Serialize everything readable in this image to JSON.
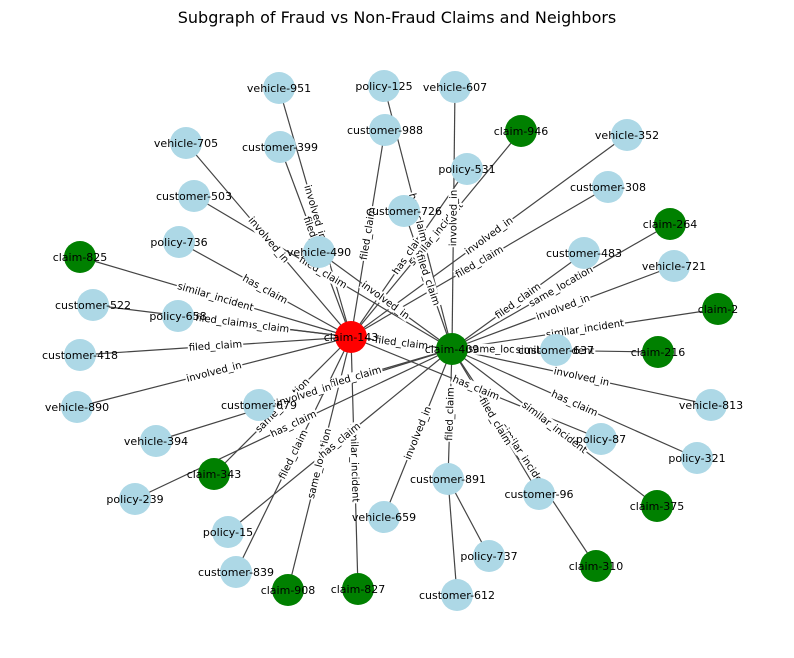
{
  "title": "Subgraph of Fraud vs Non-Fraud Claims and Neighbors",
  "colors": {
    "fraud": "#ff0000",
    "nonfraud": "#008000",
    "neighbor": "#add8e6",
    "edge": "#444444"
  },
  "legend": {
    "fraud_node": "claim-143",
    "nonfraud_node": "claim-409"
  },
  "nodes": [
    {
      "id": "claim-143",
      "type": "fraud"
    },
    {
      "id": "claim-409",
      "type": "nonfraud"
    },
    {
      "id": "vehicle-951",
      "type": "neighbor"
    },
    {
      "id": "policy-125",
      "type": "neighbor"
    },
    {
      "id": "vehicle-607",
      "type": "neighbor"
    },
    {
      "id": "customer-988",
      "type": "neighbor"
    },
    {
      "id": "claim-946",
      "type": "nonfraud"
    },
    {
      "id": "vehicle-705",
      "type": "neighbor"
    },
    {
      "id": "customer-399",
      "type": "neighbor"
    },
    {
      "id": "vehicle-352",
      "type": "neighbor"
    },
    {
      "id": "policy-531",
      "type": "neighbor"
    },
    {
      "id": "customer-308",
      "type": "neighbor"
    },
    {
      "id": "customer-503",
      "type": "neighbor"
    },
    {
      "id": "customer-726",
      "type": "neighbor"
    },
    {
      "id": "claim-264",
      "type": "nonfraud"
    },
    {
      "id": "policy-736",
      "type": "neighbor"
    },
    {
      "id": "vehicle-490",
      "type": "neighbor"
    },
    {
      "id": "customer-483",
      "type": "neighbor"
    },
    {
      "id": "claim-825",
      "type": "nonfraud"
    },
    {
      "id": "vehicle-721",
      "type": "neighbor"
    },
    {
      "id": "customer-522",
      "type": "neighbor"
    },
    {
      "id": "policy-658",
      "type": "neighbor"
    },
    {
      "id": "claim-2",
      "type": "nonfraud"
    },
    {
      "id": "customer-418",
      "type": "neighbor"
    },
    {
      "id": "customer-637",
      "type": "neighbor"
    },
    {
      "id": "claim-216",
      "type": "nonfraud"
    },
    {
      "id": "vehicle-890",
      "type": "neighbor"
    },
    {
      "id": "vehicle-813",
      "type": "neighbor"
    },
    {
      "id": "customer-679",
      "type": "neighbor"
    },
    {
      "id": "vehicle-394",
      "type": "neighbor"
    },
    {
      "id": "policy-87",
      "type": "neighbor"
    },
    {
      "id": "policy-321",
      "type": "neighbor"
    },
    {
      "id": "claim-343",
      "type": "nonfraud"
    },
    {
      "id": "customer-891",
      "type": "neighbor"
    },
    {
      "id": "policy-239",
      "type": "neighbor"
    },
    {
      "id": "customer-96",
      "type": "neighbor"
    },
    {
      "id": "claim-375",
      "type": "nonfraud"
    },
    {
      "id": "policy-15",
      "type": "neighbor"
    },
    {
      "id": "vehicle-659",
      "type": "neighbor"
    },
    {
      "id": "policy-737",
      "type": "neighbor"
    },
    {
      "id": "claim-310",
      "type": "nonfraud"
    },
    {
      "id": "customer-839",
      "type": "neighbor"
    },
    {
      "id": "claim-908",
      "type": "nonfraud"
    },
    {
      "id": "claim-827",
      "type": "nonfraud"
    },
    {
      "id": "customer-612",
      "type": "neighbor"
    }
  ],
  "edges": [
    {
      "source": "claim-143",
      "target": "vehicle-951",
      "label": "involved_in"
    },
    {
      "source": "claim-143",
      "target": "customer-399",
      "label": "filed_claim"
    },
    {
      "source": "claim-143",
      "target": "customer-988",
      "label": "filed_claim"
    },
    {
      "source": "claim-143",
      "target": "claim-946",
      "label": "similar_incident"
    },
    {
      "source": "claim-143",
      "target": "policy-531",
      "label": "has_claim"
    },
    {
      "source": "claim-143",
      "target": "vehicle-352",
      "label": "involved_in"
    },
    {
      "source": "claim-143",
      "target": "customer-308",
      "label": "filed_claim"
    },
    {
      "source": "claim-143",
      "target": "vehicle-705",
      "label": "involved_in"
    },
    {
      "source": "claim-143",
      "target": "policy-736",
      "label": "has_claim"
    },
    {
      "source": "claim-143",
      "target": "claim-825",
      "label": "similar_incident"
    },
    {
      "source": "claim-143",
      "target": "policy-658",
      "label": "has_claim"
    },
    {
      "source": "claim-143",
      "target": "customer-522",
      "label": "filed_claim"
    },
    {
      "source": "claim-143",
      "target": "customer-418",
      "label": "filed_claim"
    },
    {
      "source": "claim-143",
      "target": "vehicle-890",
      "label": "involved_in"
    },
    {
      "source": "claim-143",
      "target": "claim-409",
      "label": "filed_claim"
    },
    {
      "source": "claim-143",
      "target": "claim-343",
      "label": "same_location"
    },
    {
      "source": "claim-143",
      "target": "customer-839",
      "label": "filed_claim"
    },
    {
      "source": "claim-143",
      "target": "claim-908",
      "label": "same_location"
    },
    {
      "source": "claim-143",
      "target": "claim-827",
      "label": "similar_incident"
    },
    {
      "source": "claim-143",
      "target": "policy-87",
      "label": "has_claim"
    },
    {
      "source": "claim-409",
      "target": "customer-503",
      "label": "filed_claim"
    },
    {
      "source": "claim-409",
      "target": "vehicle-490",
      "label": "involved_in"
    },
    {
      "source": "claim-409",
      "target": "customer-726",
      "label": "filed_claim"
    },
    {
      "source": "claim-409",
      "target": "policy-125",
      "label": "has_claim"
    },
    {
      "source": "claim-409",
      "target": "vehicle-607",
      "label": "involved_in"
    },
    {
      "source": "claim-409",
      "target": "claim-264",
      "label": "same_location"
    },
    {
      "source": "claim-409",
      "target": "customer-483",
      "label": "filed_claim"
    },
    {
      "source": "claim-409",
      "target": "vehicle-721",
      "label": "involved_in"
    },
    {
      "source": "claim-409",
      "target": "claim-2",
      "label": "similar_incident"
    },
    {
      "source": "claim-409",
      "target": "customer-637",
      "label": "same_location"
    },
    {
      "source": "claim-409",
      "target": "claim-216",
      "label": "similar_incident"
    },
    {
      "source": "claim-409",
      "target": "vehicle-813",
      "label": "involved_in"
    },
    {
      "source": "claim-409",
      "target": "policy-321",
      "label": "has_claim"
    },
    {
      "source": "claim-409",
      "target": "claim-375",
      "label": "similar_incident"
    },
    {
      "source": "claim-409",
      "target": "claim-310",
      "label": "similar_incident"
    },
    {
      "source": "claim-409",
      "target": "customer-96",
      "label": "filed_claim"
    },
    {
      "source": "claim-409",
      "target": "customer-891",
      "label": "filed_claim"
    },
    {
      "source": "claim-409",
      "target": "vehicle-659",
      "label": "involved_in"
    },
    {
      "source": "claim-409",
      "target": "customer-679",
      "label": "filed_claim"
    },
    {
      "source": "claim-409",
      "target": "vehicle-394",
      "label": "involved_in"
    },
    {
      "source": "claim-409",
      "target": "policy-239",
      "label": "has_claim"
    },
    {
      "source": "claim-409",
      "target": "policy-15",
      "label": "has_claim"
    },
    {
      "source": "customer-891",
      "target": "policy-737",
      "label": ""
    },
    {
      "source": "customer-891",
      "target": "customer-612",
      "label": ""
    }
  ]
}
